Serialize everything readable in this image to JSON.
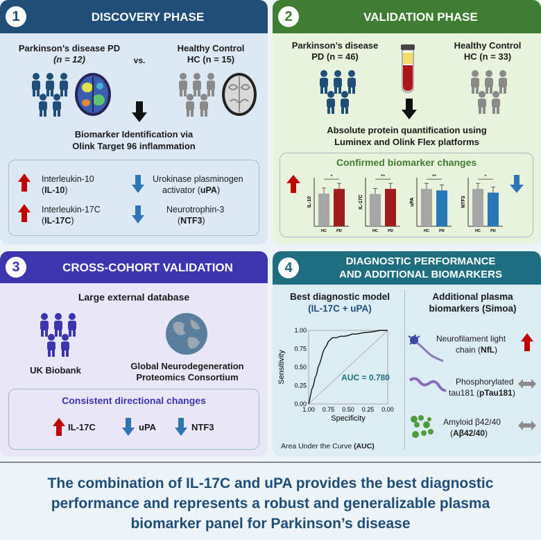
{
  "p1": {
    "num": "1",
    "title": "DISCOVERY PHASE",
    "pd_label": "Parkinson’s disease PD",
    "pd_n": "(n = 12)",
    "vs": "vs.",
    "hc_label": "Healthy Control",
    "hc_n": "HC (n = 15)",
    "method_line1": "Biomarker Identification via",
    "method_line2": "Olink Target 96 inflammation",
    "il10_name": "Interleukin-10",
    "il10_abbr": "IL-10",
    "upa_name1": "Urokinase plasminogen",
    "upa_name2": "activator",
    "upa_abbr": "uPA",
    "il17c_name": "Interleukin-17C",
    "il17c_abbr": "IL-17C",
    "ntf3_name": "Neurotrophin-3",
    "ntf3_abbr": "NTF3"
  },
  "p2": {
    "num": "2",
    "title": "VALIDATION PHASE",
    "pd_label": "Parkinson’s disease",
    "pd_n": "PD (n = 46)",
    "hc_label": "Healthy Control",
    "hc_n": "HC (n = 33)",
    "method_line1": "Absolute protein quantification using",
    "method_line2": "Luminex and Olink Flex platforms",
    "confirmed": "Confirmed biomarker changes",
    "hc_tick": "HC",
    "pd_tick": "PD"
  },
  "p3": {
    "num": "3",
    "title": "CROSS-COHORT VALIDATION",
    "db": "Large external database",
    "ukb": "UK Biobank",
    "gnpc1": "Global Neurodegeneration",
    "gnpc2": "Proteomics Consortium",
    "consistent": "Consistent directional changes",
    "m1": "IL-17C",
    "m2": "uPA",
    "m3": "NTF3"
  },
  "p4": {
    "num": "4",
    "title1": "DIAGNOSTIC PERFORMANCE",
    "title2": "AND ADDITIONAL BIOMARKERS",
    "best1": "Best diagnostic model",
    "best2": "(IL-17C + uPA)",
    "auc": "AUC = 0.780",
    "ylabel": "Sensitivity",
    "xlabel": "Specificity",
    "area1": "Area Under the Curve ",
    "area2": "(AUC)",
    "add1": "Additional plasma",
    "add2": "biomarkers (Simoa)",
    "nfl1": "Neurofilament light",
    "nfl2": "chain (",
    "nfl_abbr": "NfL",
    "nfl3": ")",
    "ptau1": "Phosphorylated",
    "ptau2": "tau181 (",
    "ptau_abbr": "pTau181",
    "ptau3": ")",
    "ab1": "Amyloid β42/40",
    "ab2": "(",
    "ab_abbr": "Aβ42/40",
    "ab3": ")"
  },
  "bottom": {
    "line1": "The combination of IL-17C and uPA provides the best diagnostic",
    "line2": "performance and represents a robust and generalizable plasma",
    "line3": "biomarker panel for Parkinson’s disease"
  },
  "chart_data": [
    {
      "type": "bar",
      "ylabel": "IL-10",
      "categories": [
        "HC",
        "PD"
      ],
      "values": [
        2.8,
        3.2
      ],
      "significance": "*"
    },
    {
      "type": "bar",
      "ylabel": "IL-17C",
      "categories": [
        "HC",
        "PD"
      ],
      "values": [
        3.8,
        4.4
      ],
      "significance": "**"
    },
    {
      "type": "bar",
      "ylabel": "uPA",
      "categories": [
        "HC",
        "PD"
      ],
      "values": [
        9.8,
        9.4
      ],
      "significance": "**"
    },
    {
      "type": "bar",
      "ylabel": "NTF3",
      "categories": [
        "HC",
        "PD"
      ],
      "values": [
        2.0,
        1.8
      ],
      "significance": "*"
    },
    {
      "type": "line",
      "xlabel": "Specificity",
      "ylabel": "Sensitivity",
      "x_ticks": [
        "1.00",
        "0.75",
        "0.50",
        "0.25",
        "0.00"
      ],
      "y_ticks": [
        "0.00",
        "0.25",
        "0.50",
        "0.75",
        "1.00"
      ],
      "x": [
        1.0,
        0.98,
        0.96,
        0.94,
        0.92,
        0.9,
        0.88,
        0.86,
        0.84,
        0.82,
        0.8,
        0.77,
        0.75,
        0.72,
        0.7,
        0.65,
        0.6,
        0.55,
        0.5,
        0.45,
        0.4,
        0.3,
        0.2,
        0.1,
        0.0
      ],
      "y": [
        0.0,
        0.1,
        0.2,
        0.25,
        0.35,
        0.4,
        0.5,
        0.55,
        0.62,
        0.7,
        0.75,
        0.8,
        0.85,
        0.88,
        0.9,
        0.9,
        0.92,
        0.92,
        0.93,
        0.95,
        0.95,
        0.97,
        0.98,
        1.0,
        1.0
      ],
      "annotation": "AUC = 0.780"
    }
  ]
}
